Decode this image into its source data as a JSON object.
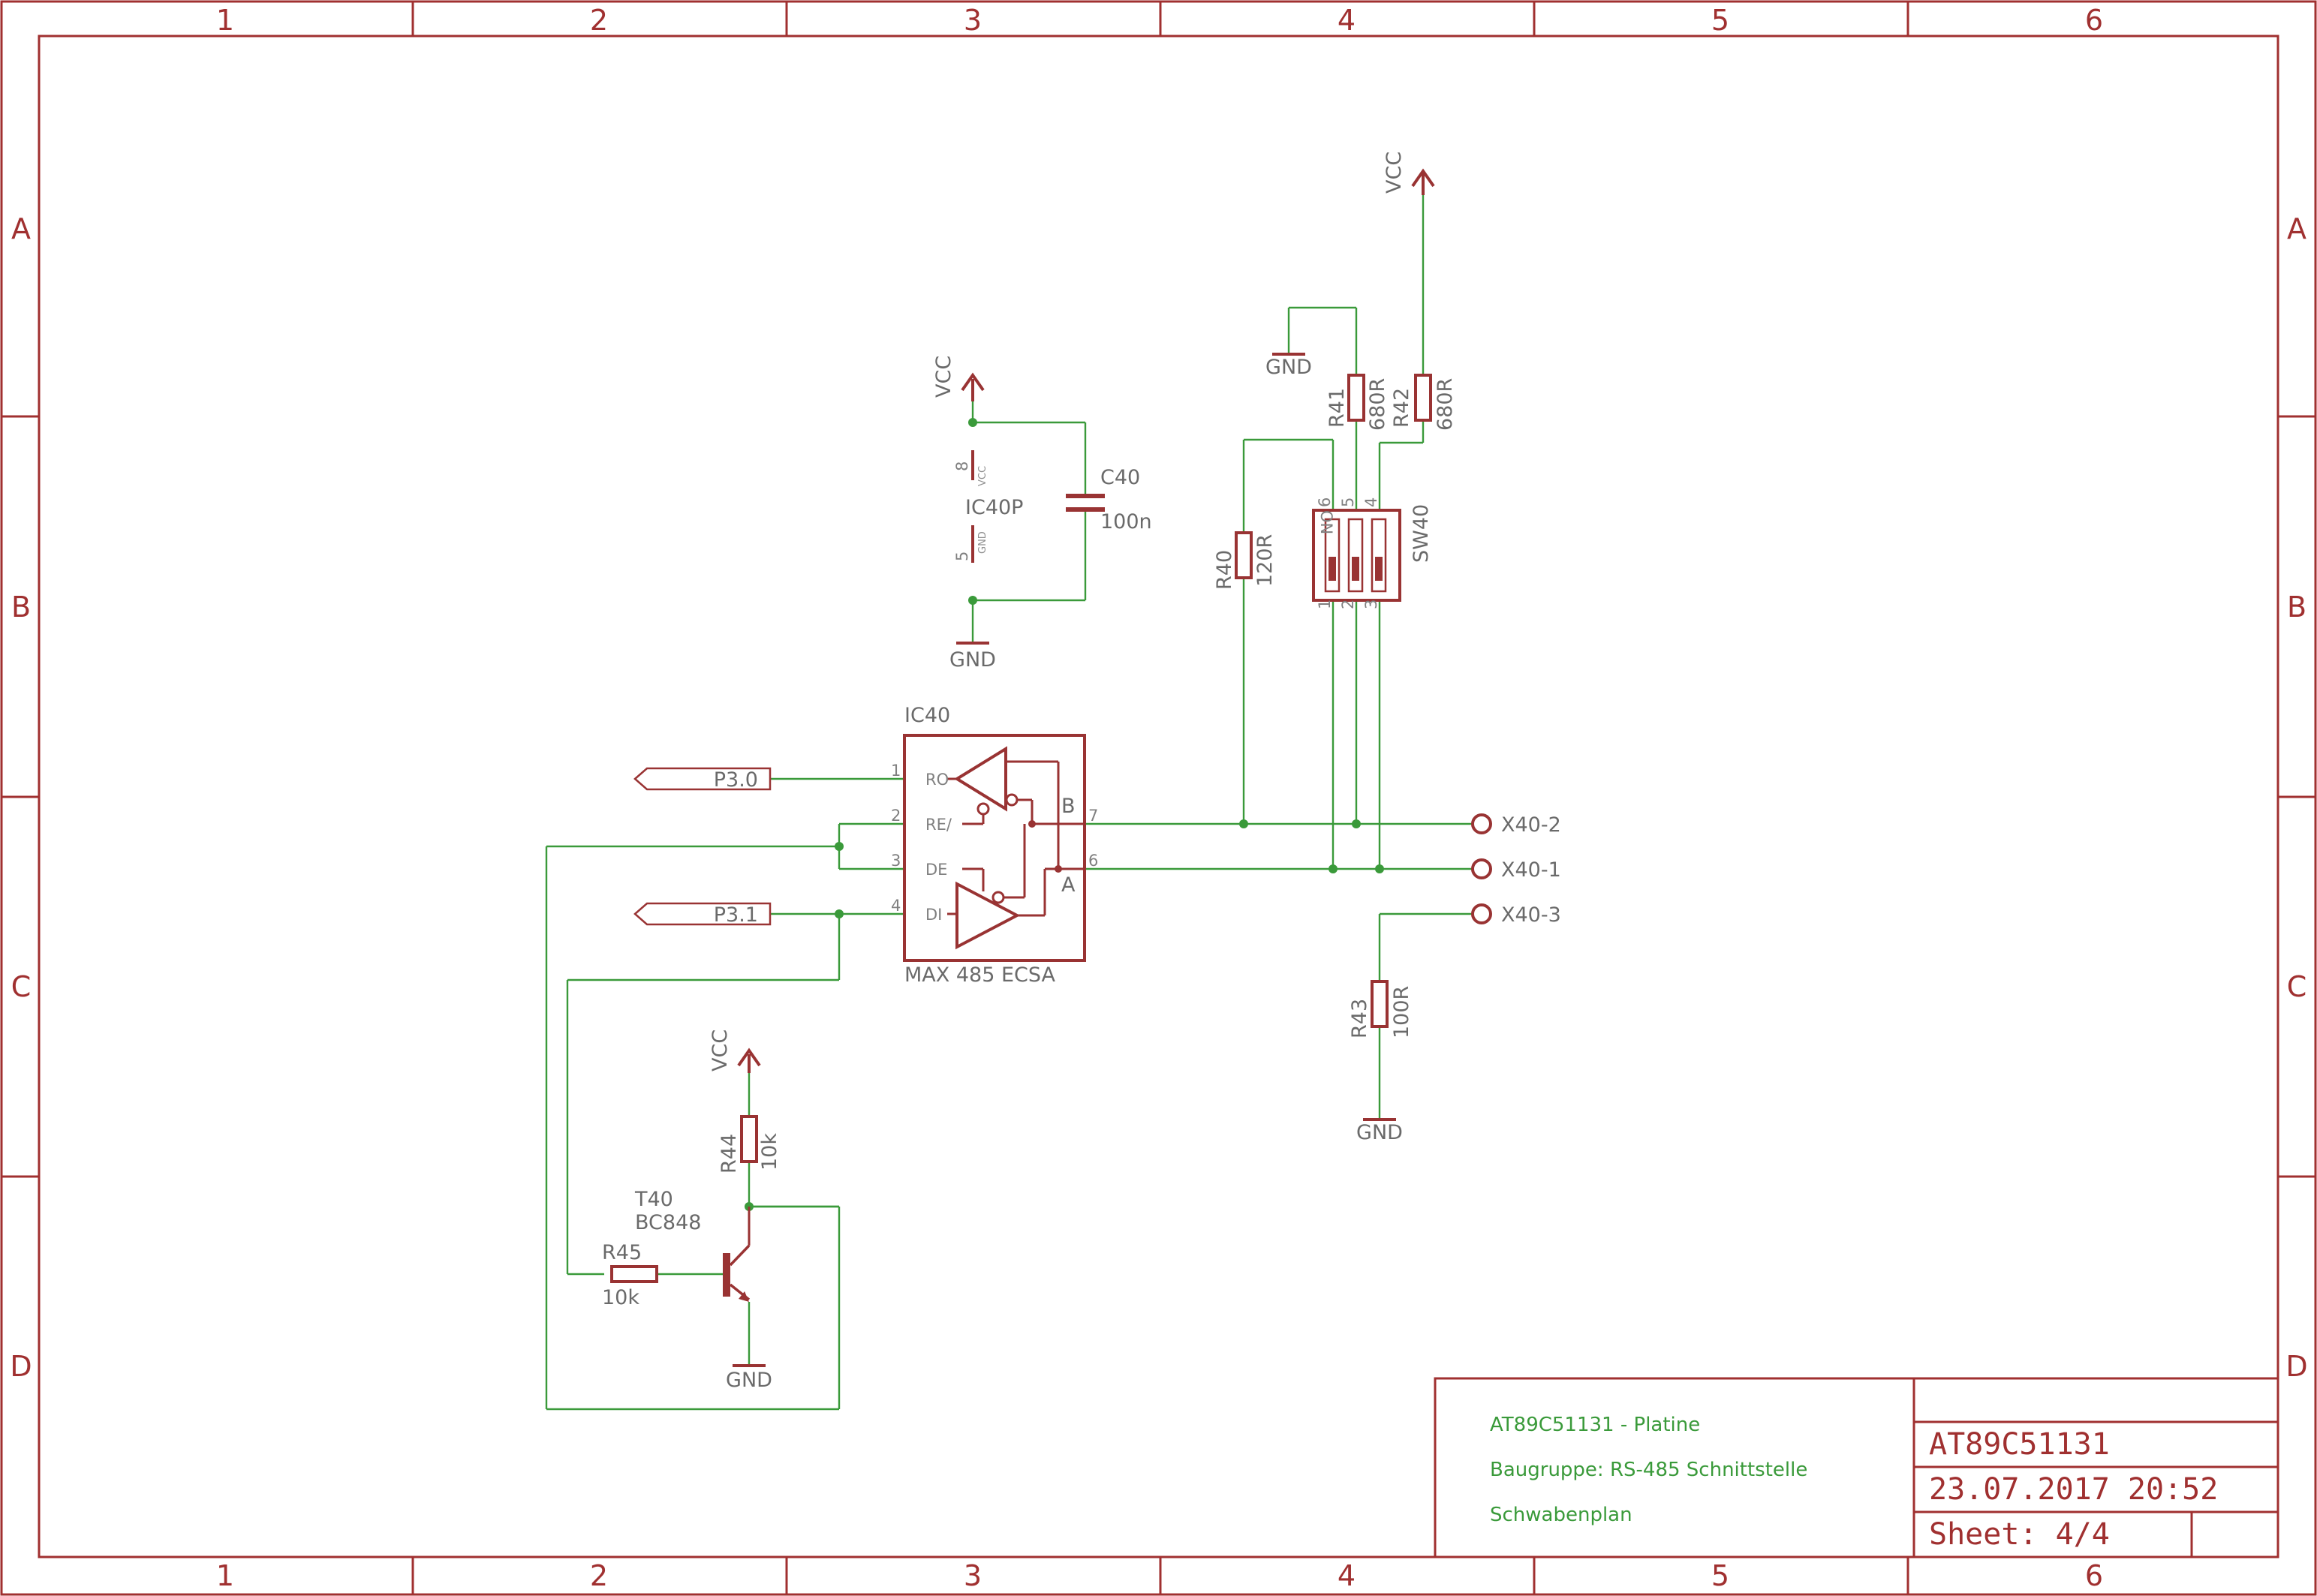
{
  "frame": {
    "columns": [
      "1",
      "2",
      "3",
      "4",
      "5",
      "6"
    ],
    "rows": [
      "A",
      "B",
      "C",
      "D"
    ]
  },
  "title_block": {
    "project": "AT89C51131 - Platine",
    "assembly": "Baugruppe: RS-485 Schnittstelle",
    "author": "Schwabenplan",
    "name": "AT89C51131",
    "datetime": "23.07.2017 20:52",
    "sheet": "Sheet: 4/4"
  },
  "power": {
    "vcc": "VCC",
    "gnd": "GND"
  },
  "components": {
    "ic40": {
      "name": "IC40",
      "value": "MAX 485 ECSA",
      "pins": {
        "ro": "RO",
        "re": "RE/",
        "de": "DE",
        "di": "DI",
        "b": "B",
        "a": "A",
        "p1": "1",
        "p2": "2",
        "p3": "3",
        "p4": "4",
        "p6": "6",
        "p7": "7"
      }
    },
    "ic40p": {
      "name": "IC40P",
      "pin8": "8",
      "pin5": "5",
      "vcc_pin": "VCC",
      "gnd_pin": "GND"
    },
    "c40": {
      "name": "C40",
      "value": "100n"
    },
    "r40": {
      "name": "R40",
      "value": "120R"
    },
    "r41": {
      "name": "R41",
      "value": "680R"
    },
    "r42": {
      "name": "R42",
      "value": "680R"
    },
    "r43": {
      "name": "R43",
      "value": "100R"
    },
    "r44": {
      "name": "R44",
      "value": "10k"
    },
    "r45": {
      "name": "R45",
      "value": "10k"
    },
    "t40": {
      "name": "T40",
      "value": "BC848"
    },
    "sw40": {
      "name": "SW40",
      "on": "ON",
      "pins": {
        "p1": "1",
        "p2": "2",
        "p3": "3",
        "p4": "4",
        "p5": "5",
        "p6": "6"
      }
    }
  },
  "ports": {
    "p30": "P3.0",
    "p31": "P3.1"
  },
  "connectors": {
    "x40_2": "X40-2",
    "x40_1": "X40-1",
    "x40_3": "X40-3"
  },
  "colors": {
    "frame": "#a03030",
    "wire": "#3a9a3a",
    "part": "#993333",
    "text": "#6a6a6a"
  }
}
